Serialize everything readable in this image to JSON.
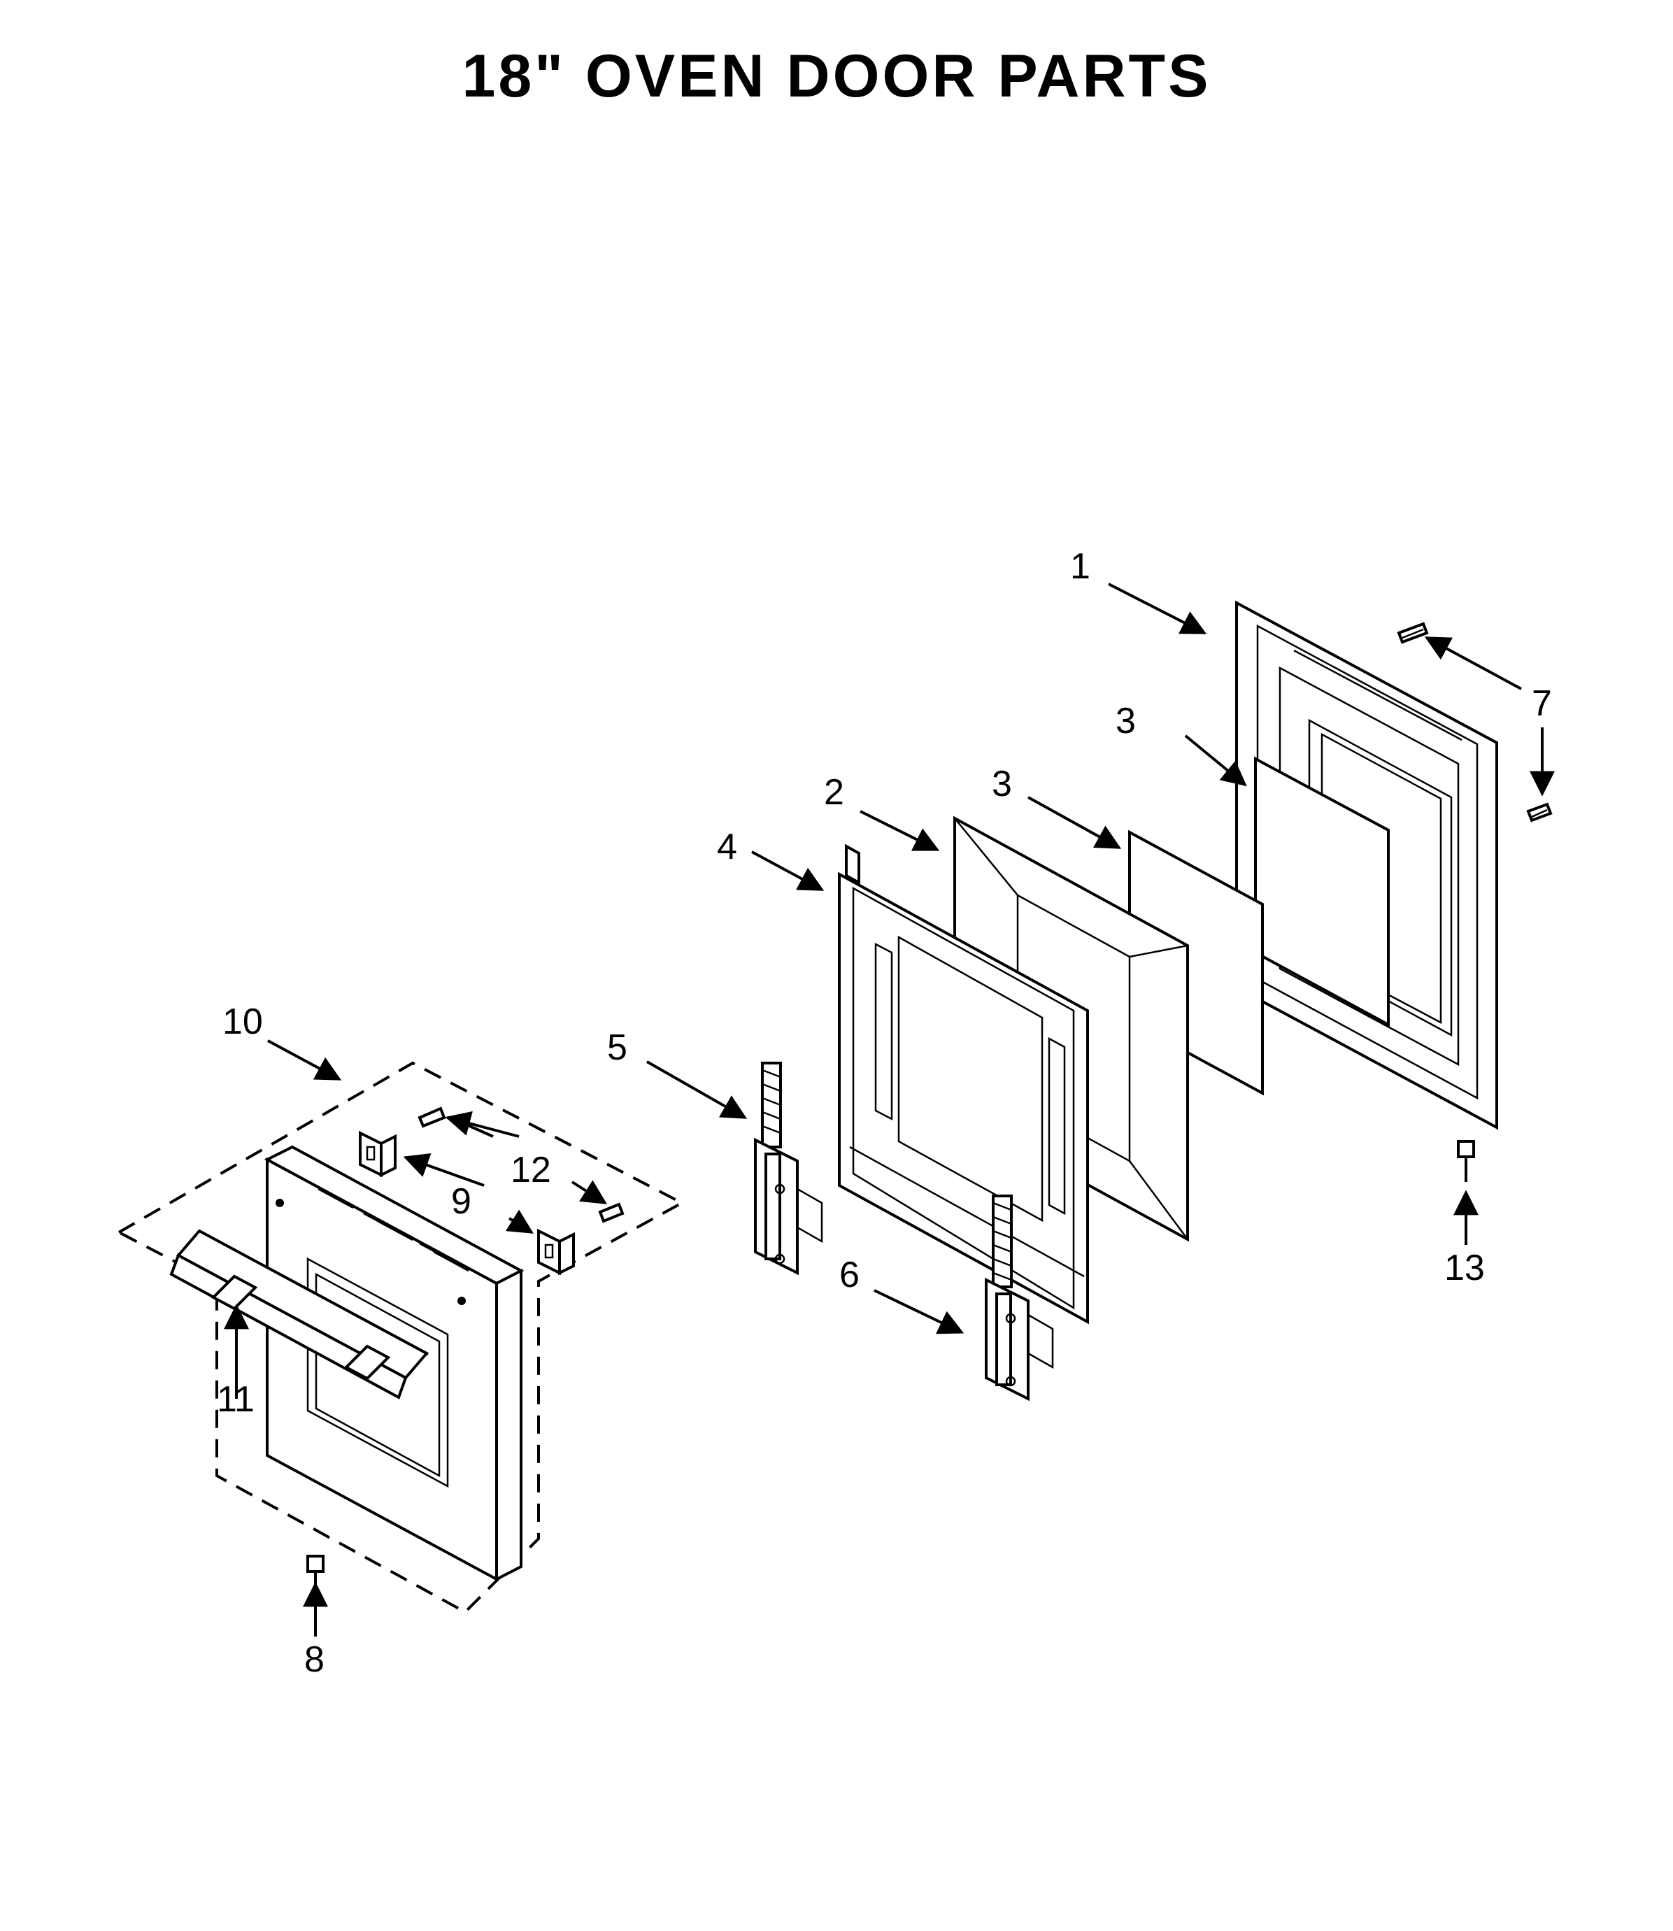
{
  "title": "18\" OVEN DOOR PARTS",
  "callouts": [
    "1",
    "2",
    "3",
    "3",
    "4",
    "5",
    "6",
    "7",
    "8",
    "9",
    "10",
    "11",
    "12",
    "13"
  ]
}
